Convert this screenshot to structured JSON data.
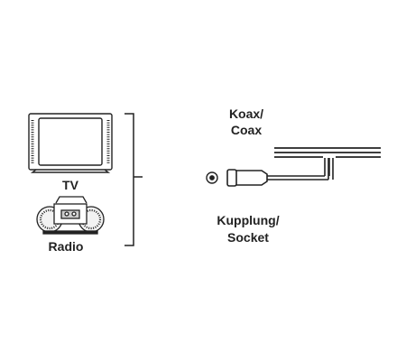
{
  "labels": {
    "tv": "TV",
    "radio": "Radio",
    "coax_line1": "Koax/",
    "coax_line2": "Coax",
    "coupling_line1": "Kupplung/",
    "coupling_line2": "Socket"
  },
  "colors": {
    "stroke": "#222222",
    "background": "#ffffff"
  }
}
